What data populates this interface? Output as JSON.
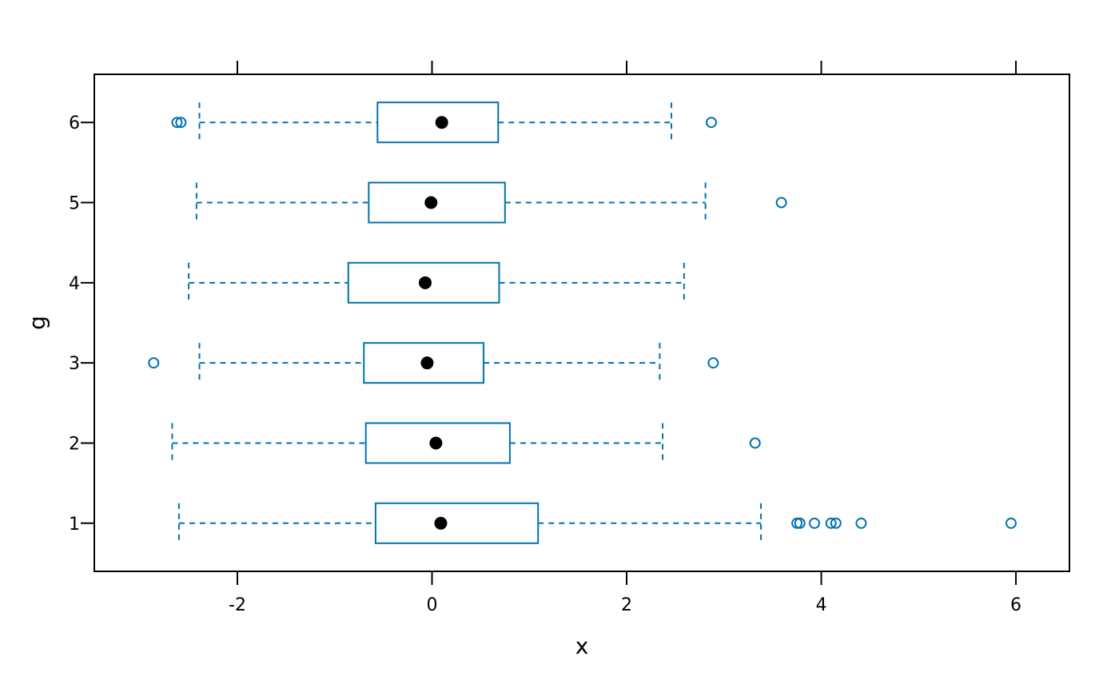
{
  "chart_data": {
    "type": "boxplot",
    "orientation": "horizontal",
    "xlabel": "x",
    "ylabel": "g",
    "xlim": [
      -3.47,
      6.55
    ],
    "ylim": [
      0.4,
      6.6
    ],
    "x_ticks": [
      -2,
      0,
      2,
      4,
      6
    ],
    "x_tick_labels": [
      "-2",
      "0",
      "2",
      "4",
      "6"
    ],
    "grid": false,
    "colors": {
      "box": "#0072b2",
      "median": "#000000",
      "frame": "#000000"
    },
    "groups": [
      {
        "label": "1",
        "whisker_low": -2.6,
        "q1": -0.58,
        "median": 0.09,
        "q3": 1.09,
        "whisker_high": 3.38,
        "outliers": [
          3.75,
          3.78,
          3.93,
          4.1,
          4.15,
          4.41,
          5.95
        ]
      },
      {
        "label": "2",
        "whisker_low": -2.67,
        "q1": -0.68,
        "median": 0.04,
        "q3": 0.8,
        "whisker_high": 2.37,
        "outliers": [
          3.32
        ]
      },
      {
        "label": "3",
        "whisker_low": -2.39,
        "q1": -0.7,
        "median": -0.05,
        "q3": 0.53,
        "whisker_high": 2.34,
        "outliers": [
          -2.86,
          2.89
        ]
      },
      {
        "label": "4",
        "whisker_low": -2.5,
        "q1": -0.86,
        "median": -0.07,
        "q3": 0.69,
        "whisker_high": 2.59,
        "outliers": []
      },
      {
        "label": "5",
        "whisker_low": -2.42,
        "q1": -0.65,
        "median": -0.01,
        "q3": 0.75,
        "whisker_high": 2.81,
        "outliers": [
          3.59
        ]
      },
      {
        "label": "6",
        "whisker_low": -2.39,
        "q1": -0.56,
        "median": 0.1,
        "q3": 0.68,
        "whisker_high": 2.46,
        "outliers": [
          -2.62,
          -2.58,
          2.87
        ]
      }
    ]
  }
}
